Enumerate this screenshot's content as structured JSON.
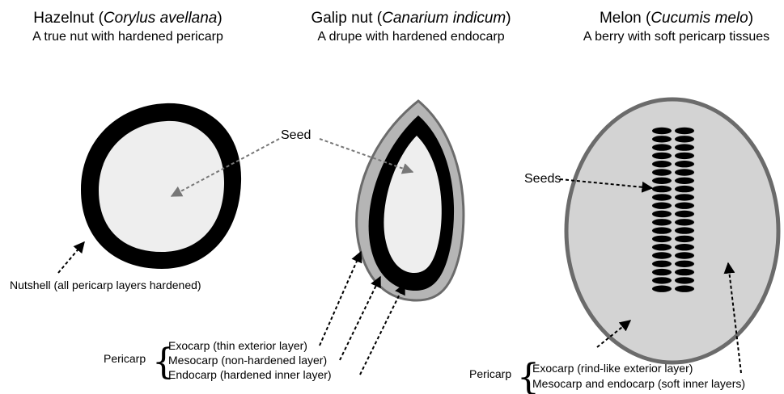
{
  "panels": {
    "hazelnut": {
      "name": "Hazelnut",
      "latin": "Corylus avellana",
      "subtitle": "A true nut with hardened pericarp",
      "shell_label": "Nutshell (all pericarp layers hardened)"
    },
    "galip": {
      "name": "Galip nut",
      "latin": "Canarium indicum",
      "subtitle": "A drupe with hardened endocarp",
      "pericarp_label": "Pericarp",
      "layers": [
        "Exocarp (thin exterior layer)",
        "Mesocarp (non-hardened layer)",
        "Endocarp (hardened inner layer)"
      ]
    },
    "melon": {
      "name": "Melon",
      "latin": "Cucumis melo",
      "subtitle": "A berry with soft pericarp tissues",
      "seeds_label": "Seeds",
      "pericarp_label": "Pericarp",
      "layers": [
        "Exocarp (rind-like exterior layer)",
        "Mesocarp and endocarp (soft inner layers)"
      ]
    }
  },
  "seed_label": "Seed",
  "colors": {
    "shell": "#000000",
    "kernel": "#eeeeee",
    "mesocarp": "#b5b5b5",
    "melon_flesh": "#d3d3d3",
    "melon_rind": "#6b6b6b",
    "seed_arrow": "#777777"
  }
}
